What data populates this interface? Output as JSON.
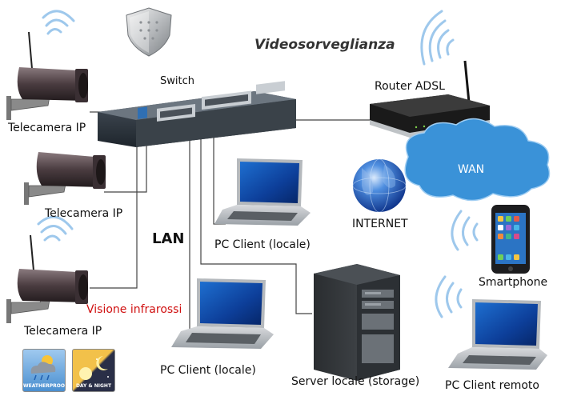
{
  "title": "Videosorveglianza",
  "labels": {
    "switch": "Switch",
    "router": "Router ADSL",
    "wan": "WAN",
    "internet": "INTERNET",
    "lan": "LAN",
    "camera1": "Telecamera IP",
    "camera2": "Telecamera IP",
    "camera3": "Telecamera IP",
    "infrared": "Visione infrarossi",
    "pc_local_1": "PC Client (locale)",
    "pc_local_2": "PC Client (locale)",
    "server": "Server locale (storage)",
    "smartphone": "Smartphone",
    "pc_remote": "PC Client remoto"
  },
  "badges": {
    "weatherproof": "WEATHERPROOF",
    "day_night": "DAY & NIGHT"
  },
  "colors": {
    "cloud": "#3a92d8",
    "cable": "#444444",
    "infrared": "#d01010",
    "wifi": "#9ec8ec"
  },
  "icons": [
    "shield-icon",
    "ip-camera-icon",
    "switch-icon",
    "router-icon",
    "cloud-icon",
    "globe-icon",
    "laptop-icon",
    "server-icon",
    "smartphone-icon",
    "wifi-signal-icon",
    "weatherproof-icon",
    "day-night-icon"
  ]
}
